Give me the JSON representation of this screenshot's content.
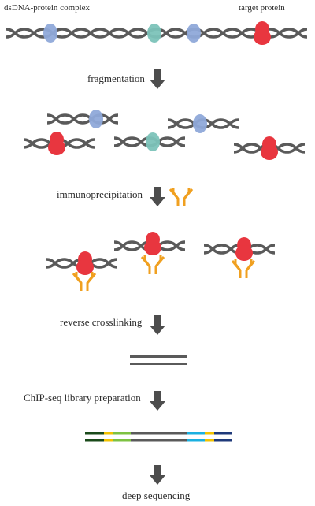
{
  "labels": {
    "complex": "dsDNA-protein complex",
    "target": "target protein",
    "steps": [
      "fragmentation",
      "immunoprecipitation",
      "reverse crosslinking",
      "ChIP-seq library preparation",
      "deep sequencing"
    ]
  },
  "colors": {
    "dna": "#5a5a5a",
    "protein_blue": "#8fa9d9",
    "protein_teal": "#7cc3b9",
    "protein_red": "#e8363f",
    "antibody": "#f0a020",
    "arrow": "#4d4d4d",
    "adapter_dark_green": "#1a4a1a",
    "adapter_yellow": "#f2c200",
    "adapter_light_green": "#7dc242",
    "adapter_cyan": "#1bb0e0",
    "adapter_navy": "#1f3a7a"
  },
  "icons": {
    "step_arrow": "down-arrow-icon",
    "antibody": "antibody-icon"
  }
}
